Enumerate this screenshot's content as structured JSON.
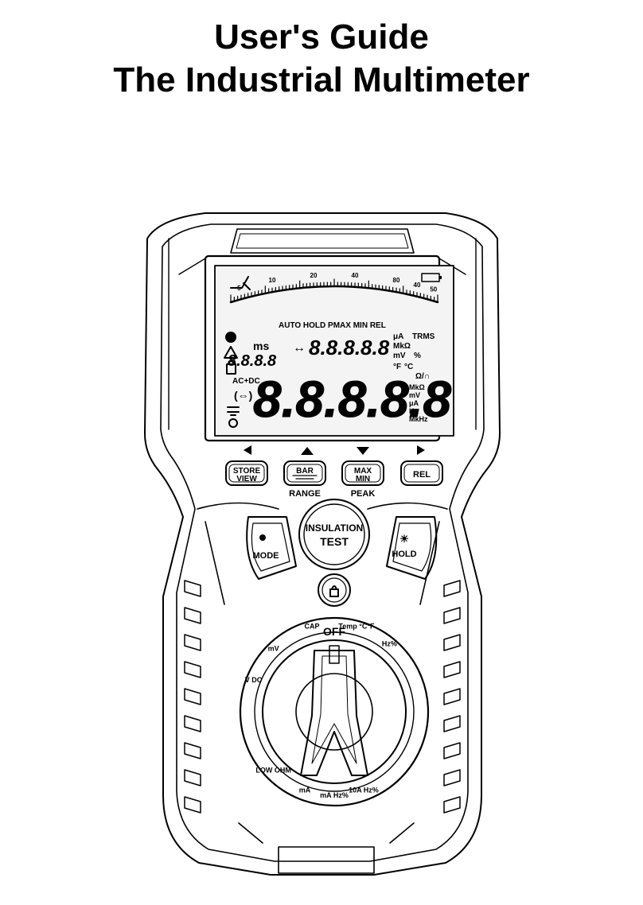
{
  "document": {
    "title_line1": "User's Guide",
    "title_line2": "The  Industrial Multimeter"
  },
  "lcd": {
    "scale_labels": [
      "5",
      "10",
      "20",
      "40",
      "80",
      "40",
      "50"
    ],
    "indicator_row": "AUTO HOLD PMAX MIN REL",
    "units_right_top": [
      "μA",
      "TRMS",
      "MkΩ",
      "mV",
      "%",
      "°F",
      "°C",
      "Ω/∩"
    ],
    "units_right_main": [
      "MkΩ",
      "mV",
      "μA",
      "Hz",
      "MkHz"
    ],
    "secondary_digits": "8.8.8.8.8",
    "small_digits": "8.8.8.8",
    "main_digits": "8.8.8.8.8",
    "acdc": "AC+DC",
    "ms_label": "ms"
  },
  "buttons": {
    "store_view": [
      "STORE",
      "VIEW"
    ],
    "bar_range": "BAR",
    "range_label": "RANGE",
    "max_min": [
      "MAX",
      "MIN"
    ],
    "peak_label": "PEAK",
    "rel": "REL",
    "insulation_test": [
      "INSULATION",
      "TEST"
    ],
    "mode": "MODE",
    "hold": "HOLD"
  },
  "dial": {
    "off": "OFF",
    "positions": [
      "LOW OHM",
      "mA",
      "mA Hz%",
      "10A Hz%",
      "mV",
      "CAP",
      "Temp °C°F",
      "Hz%",
      "V DC"
    ]
  },
  "colors": {
    "ink": "#000000",
    "paper": "#ffffff",
    "lcd_bg": "#f4f4f4"
  }
}
